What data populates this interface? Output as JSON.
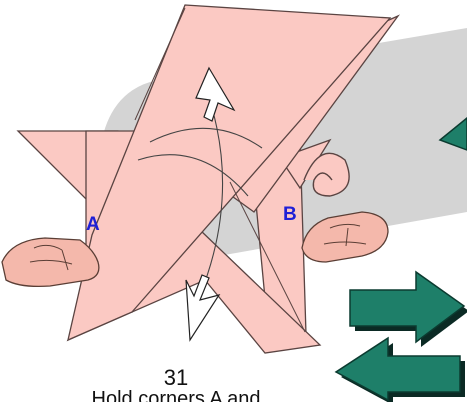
{
  "diagram": {
    "step_number": "31",
    "caption": "Hold corners A and",
    "point_a_label": "A",
    "point_b_label": "B",
    "colors": {
      "paper": "#fbc9c3",
      "paper_stroke": "#5a4442",
      "label": "#1f1fd6",
      "shadow": "#d4d4d4",
      "arrow_fill": "#1e7f69",
      "arrow_stroke": "#0b3b30",
      "skin": "#f4b8ab",
      "skin_stroke": "#5a3e35"
    },
    "icons": {
      "flip_up": "hollow-arrow-up-icon",
      "flip_down": "hollow-arrow-down-icon",
      "move_right": "green-arrow-right-icon",
      "move_left": "green-arrow-left-icon",
      "pointer": "green-arrowhead-icon"
    }
  }
}
